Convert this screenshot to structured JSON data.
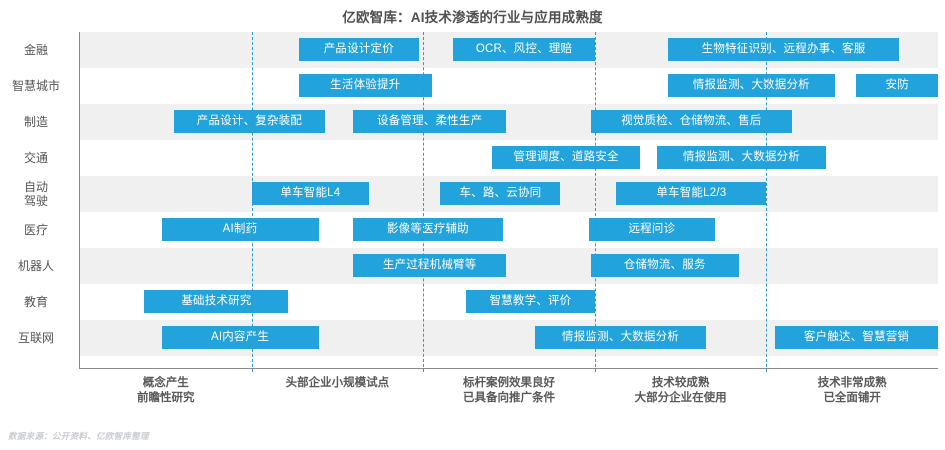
{
  "title": "亿欧智库：AI技术渗透的行业与应用成熟度",
  "footer": "数据来源：公开资料、亿欧智库整理",
  "colors": {
    "box_blue": "#22a3db",
    "band_gray": "#f0f0f0",
    "divider_blue": "#3399cc",
    "axis_gray": "#8a8a8a",
    "title_gray": "#4f4f4f"
  },
  "chart_data": {
    "type": "table",
    "title": "亿欧智库：AI技术渗透的行业与应用成熟度",
    "xlabel": "",
    "ylabel": "",
    "grid": false,
    "legend": "none",
    "x_stage_count": 5,
    "x_stages": [
      {
        "line1": "概念产生",
        "line2": "前瞻性研究"
      },
      {
        "line1": "头部企业小规模试点",
        "line2": ""
      },
      {
        "line1": "标杆案例效果良好",
        "line2": "已具备向推广条件"
      },
      {
        "line1": "技术较成熟",
        "line2": "大部分企业在使用"
      },
      {
        "line1": "技术非常成熟",
        "line2": "已全面铺开"
      }
    ],
    "categories": [
      "金融",
      "智慧城市",
      "制造",
      "交通",
      "自动驾驶",
      "医疗",
      "机器人",
      "教育",
      "互联网"
    ],
    "rows": [
      {
        "category": "金融",
        "category_lines": [
          "金融"
        ],
        "items": [
          {
            "label": "产品设计定价",
            "start": 0.255,
            "end": 0.395
          },
          {
            "label": "OCR、风控、理赔",
            "start": 0.435,
            "end": 0.6
          },
          {
            "label": "生物特征识别、远程办事、客服",
            "start": 0.685,
            "end": 0.955
          }
        ]
      },
      {
        "category": "智慧城市",
        "category_lines": [
          "智慧城市"
        ],
        "items": [
          {
            "label": "生活体验提升",
            "start": 0.255,
            "end": 0.41
          },
          {
            "label": "情报监测、大数据分析",
            "start": 0.685,
            "end": 0.88
          },
          {
            "label": "安防",
            "start": 0.905,
            "end": 1.0
          }
        ]
      },
      {
        "category": "制造",
        "category_lines": [
          "制造"
        ],
        "items": [
          {
            "label": "产品设计、复杂装配",
            "start": 0.11,
            "end": 0.285
          },
          {
            "label": "设备管理、柔性生产",
            "start": 0.318,
            "end": 0.497
          },
          {
            "label": "视觉质检、仓储物流、售后",
            "start": 0.595,
            "end": 0.83
          }
        ]
      },
      {
        "category": "交通",
        "category_lines": [
          "交通"
        ],
        "items": [
          {
            "label": "管理调度、道路安全",
            "start": 0.48,
            "end": 0.653
          },
          {
            "label": "情报监测、大数据分析",
            "start": 0.672,
            "end": 0.87
          }
        ]
      },
      {
        "category": "自动驾驶",
        "category_lines": [
          "自动",
          "驾驶"
        ],
        "items": [
          {
            "label": "单车智能L4",
            "start": 0.2,
            "end": 0.337
          },
          {
            "label": "车、路、云协同",
            "start": 0.42,
            "end": 0.56
          },
          {
            "label": "单车智能L2/3",
            "start": 0.625,
            "end": 0.8
          }
        ]
      },
      {
        "category": "医疗",
        "category_lines": [
          "医疗"
        ],
        "items": [
          {
            "label": "AI制药",
            "start": 0.095,
            "end": 0.278
          },
          {
            "label": "影像等医疗辅助",
            "start": 0.318,
            "end": 0.493
          },
          {
            "label": "远程问诊",
            "start": 0.593,
            "end": 0.74
          }
        ]
      },
      {
        "category": "机器人",
        "category_lines": [
          "机器人"
        ],
        "items": [
          {
            "label": "生产过程机械臂等",
            "start": 0.318,
            "end": 0.497
          },
          {
            "label": "仓储物流、服务",
            "start": 0.595,
            "end": 0.768
          }
        ]
      },
      {
        "category": "教育",
        "category_lines": [
          "教育"
        ],
        "items": [
          {
            "label": "基础技术研究",
            "start": 0.075,
            "end": 0.243
          },
          {
            "label": "智慧教学、评价",
            "start": 0.45,
            "end": 0.6
          }
        ]
      },
      {
        "category": "互联网",
        "category_lines": [
          "互联网"
        ],
        "items": [
          {
            "label": "AI内容产生",
            "start": 0.095,
            "end": 0.278
          },
          {
            "label": "情报监测、大数据分析",
            "start": 0.53,
            "end": 0.73
          },
          {
            "label": "客户触达、智慧营销",
            "start": 0.81,
            "end": 1.0
          }
        ]
      }
    ]
  }
}
